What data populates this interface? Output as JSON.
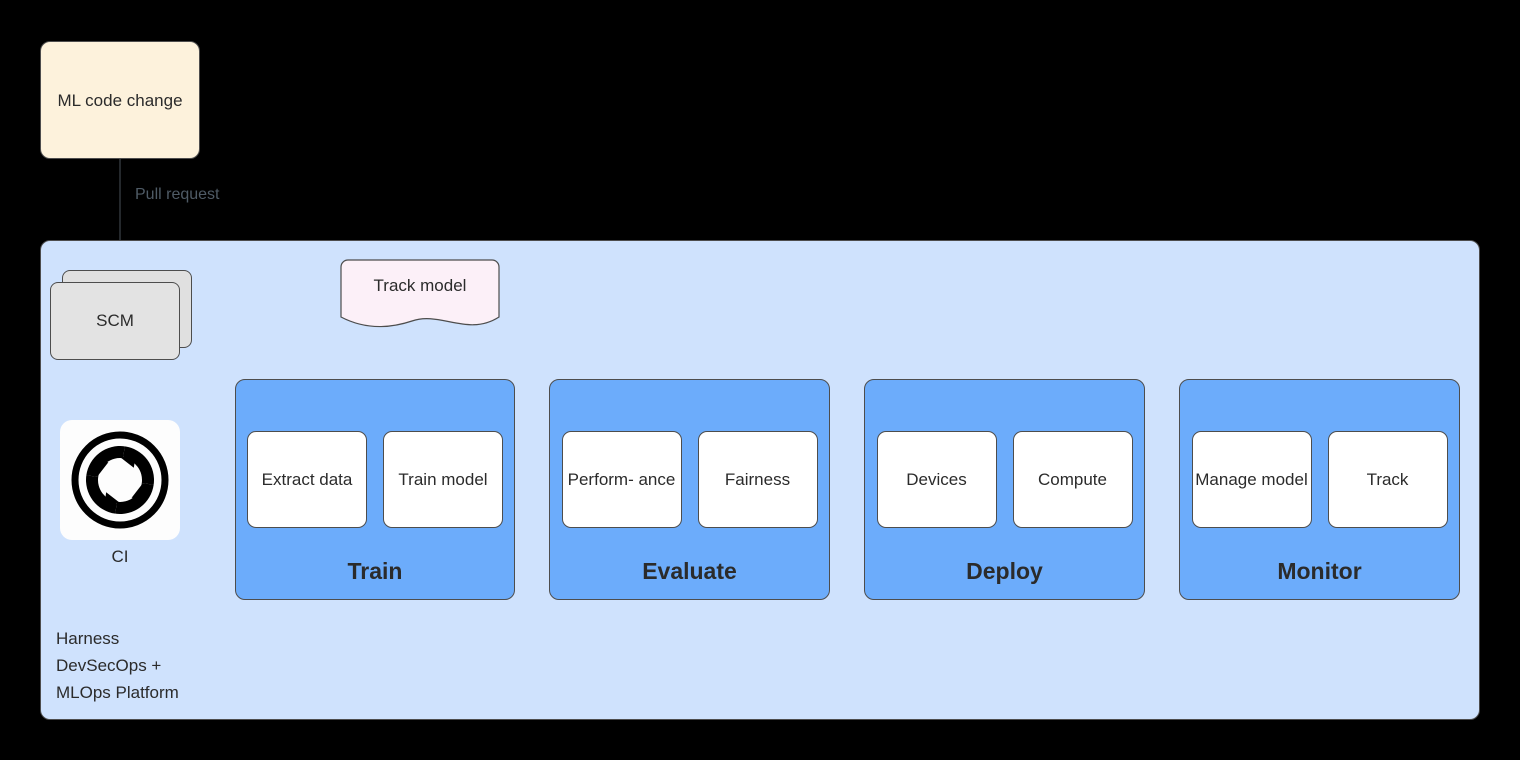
{
  "diagram": {
    "title": "Harness DevSecOps + MLOps Platform ML pipeline",
    "colors": {
      "page_background": "#000000",
      "source_box": "#fdf2dc",
      "platform_container": "#cfe2fd",
      "stage_box": "#6cacfb",
      "substep_box": "#ffffff",
      "scm_box": "#e3e3e3",
      "note_box": "#fcf0f8",
      "stroke": "#4d4d4d",
      "text": "#2b2b2b",
      "edge_label_text": "#4f5b66"
    }
  },
  "source": {
    "label": "ML code change"
  },
  "edges": {
    "pull_request_label": "Pull request"
  },
  "platform": {
    "label": "Harness\nDevSecOps +\nMLOps Platform",
    "scm": {
      "label": "SCM"
    },
    "ci": {
      "label": "CI",
      "icon": "continuous-integration-cycle-icon"
    },
    "note": {
      "label": "Track model"
    },
    "stages": [
      {
        "id": "train",
        "title": "Train",
        "substeps": [
          {
            "label": "Extract data"
          },
          {
            "label": "Train model"
          }
        ]
      },
      {
        "id": "evaluate",
        "title": "Evaluate",
        "substeps": [
          {
            "label": "Perform- ance"
          },
          {
            "label": "Fairness"
          }
        ]
      },
      {
        "id": "deploy",
        "title": "Deploy",
        "substeps": [
          {
            "label": "Devices"
          },
          {
            "label": "Compute"
          }
        ]
      },
      {
        "id": "monitor",
        "title": "Monitor",
        "substeps": [
          {
            "label": "Manage model"
          },
          {
            "label": "Track"
          }
        ]
      }
    ]
  }
}
